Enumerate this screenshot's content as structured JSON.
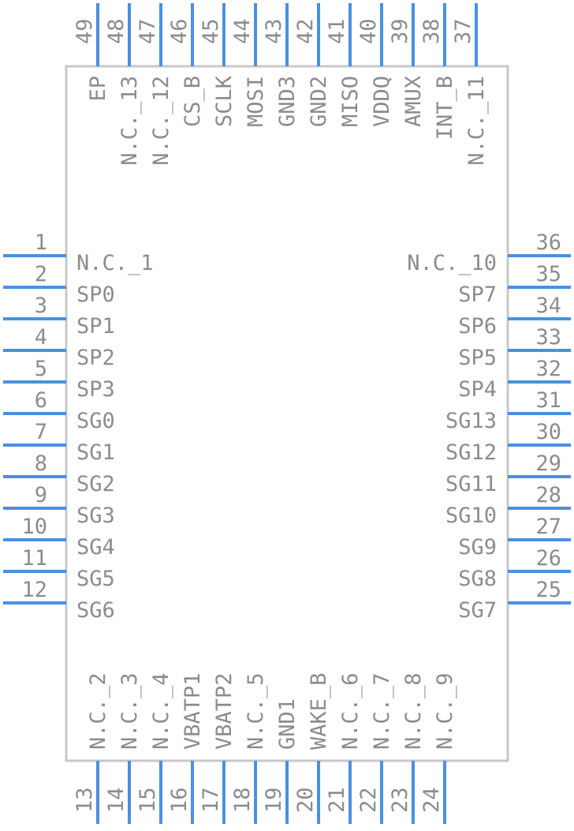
{
  "colors": {
    "pin_line": "#4a90e2",
    "body_outline": "#c8c8c8",
    "text": "#8c8c8c",
    "background": "#ffffff"
  },
  "pins": {
    "left": [
      {
        "num": "1",
        "label": "N.C._1"
      },
      {
        "num": "2",
        "label": "SP0"
      },
      {
        "num": "3",
        "label": "SP1"
      },
      {
        "num": "4",
        "label": "SP2"
      },
      {
        "num": "5",
        "label": "SP3"
      },
      {
        "num": "6",
        "label": "SG0"
      },
      {
        "num": "7",
        "label": "SG1"
      },
      {
        "num": "8",
        "label": "SG2"
      },
      {
        "num": "9",
        "label": "SG3"
      },
      {
        "num": "10",
        "label": "SG4"
      },
      {
        "num": "11",
        "label": "SG5"
      },
      {
        "num": "12",
        "label": "SG6"
      }
    ],
    "right": [
      {
        "num": "36",
        "label": "N.C._10"
      },
      {
        "num": "35",
        "label": "SP7"
      },
      {
        "num": "34",
        "label": "SP6"
      },
      {
        "num": "33",
        "label": "SP5"
      },
      {
        "num": "32",
        "label": "SP4"
      },
      {
        "num": "31",
        "label": "SG13"
      },
      {
        "num": "30",
        "label": "SG12"
      },
      {
        "num": "29",
        "label": "SG11"
      },
      {
        "num": "28",
        "label": "SG10"
      },
      {
        "num": "27",
        "label": "SG9"
      },
      {
        "num": "26",
        "label": "SG8"
      },
      {
        "num": "25",
        "label": "SG7"
      }
    ],
    "top": [
      {
        "num": "49",
        "label": "EP"
      },
      {
        "num": "48",
        "label": "N.C._13"
      },
      {
        "num": "47",
        "label": "N.C._12"
      },
      {
        "num": "46",
        "label": "CS_B"
      },
      {
        "num": "45",
        "label": "SCLK"
      },
      {
        "num": "44",
        "label": "MOSI"
      },
      {
        "num": "43",
        "label": "GND3"
      },
      {
        "num": "42",
        "label": "GND2"
      },
      {
        "num": "41",
        "label": "MISO"
      },
      {
        "num": "40",
        "label": "VDDQ"
      },
      {
        "num": "39",
        "label": "AMUX"
      },
      {
        "num": "38",
        "label": "INT_B"
      },
      {
        "num": "37",
        "label": "N.C._11"
      }
    ],
    "bottom": [
      {
        "num": "13",
        "label": "N.C._2"
      },
      {
        "num": "14",
        "label": "N.C._3"
      },
      {
        "num": "15",
        "label": "N.C._4"
      },
      {
        "num": "16",
        "label": "VBATP1"
      },
      {
        "num": "17",
        "label": "VBATP2"
      },
      {
        "num": "18",
        "label": "N.C._5"
      },
      {
        "num": "19",
        "label": "GND1"
      },
      {
        "num": "20",
        "label": "WAKE_B"
      },
      {
        "num": "21",
        "label": "N.C._6"
      },
      {
        "num": "22",
        "label": "N.C._7"
      },
      {
        "num": "23",
        "label": "N.C._8"
      },
      {
        "num": "24",
        "label": "N.C._9"
      }
    ]
  }
}
